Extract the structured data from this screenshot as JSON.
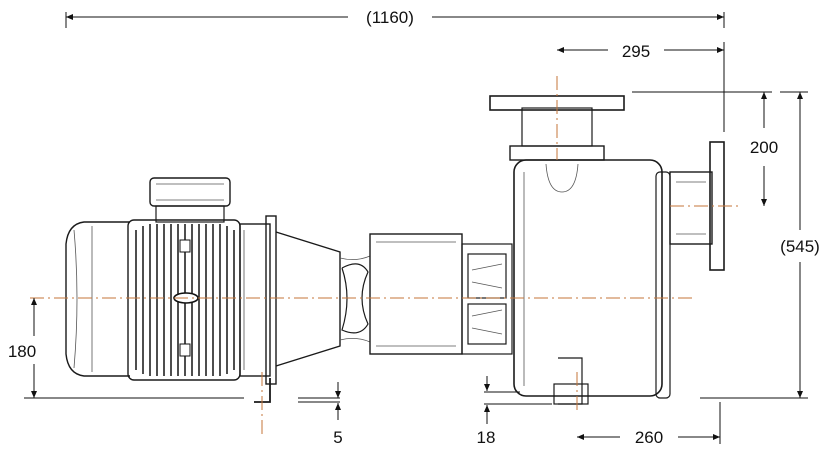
{
  "drawing": {
    "dimensions": {
      "overall_length": "(1160)",
      "flange_offset": "295",
      "outlet_height": "200",
      "overall_height": "(545)",
      "shaft_height": "180",
      "foot_offset": "5",
      "foot_thickness": "18",
      "pump_foot_spacing": "260"
    },
    "colors": {
      "line": "#1a1a1a",
      "centerline": "#c4763a",
      "fill": "#ffffff"
    }
  }
}
